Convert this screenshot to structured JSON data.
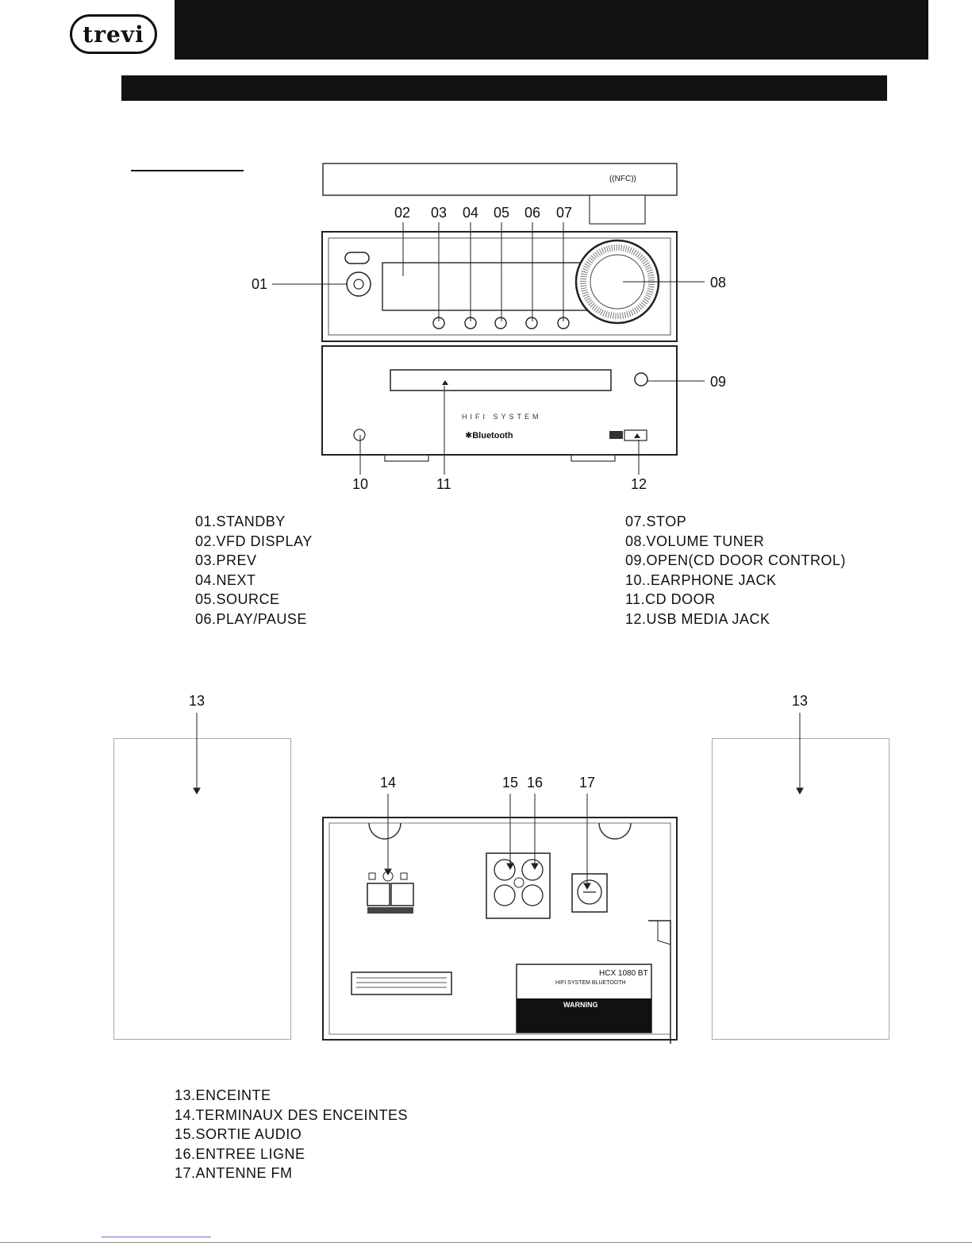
{
  "brand": {
    "logo_text": "trevi"
  },
  "device_labels": {
    "nfc": "((NFC))",
    "hifi": "HIFI SYSTEM",
    "bluetooth": "Bluetooth",
    "model": "HCX 1080 BT",
    "model_sub": "HIFI SYSTEM BLUETOOTH",
    "warning": "WARNING"
  },
  "front_callouts": [
    "01",
    "02",
    "03",
    "04",
    "05",
    "06",
    "07",
    "08",
    "09",
    "10",
    "11",
    "12"
  ],
  "front_legend_left": [
    "01.STANDBY",
    "02.VFD DISPLAY",
    "03.PREV",
    "04.NEXT",
    "05.SOURCE",
    "06.PLAY/PAUSE"
  ],
  "front_legend_right": [
    "07.STOP",
    "08.VOLUME TUNER",
    "09.OPEN(CD DOOR CONTROL)",
    "10..EARPHONE JACK",
    "11.CD DOOR",
    "12.USB MEDIA JACK"
  ],
  "rear_callouts": [
    "13",
    "13",
    "14",
    "15",
    "16",
    "17"
  ],
  "rear_legend": [
    "13.ENCEINTE",
    "14.TERMINAUX DES ENCEINTES",
    "15.SORTIE AUDIO",
    "16.ENTREE LIGNE",
    "17.ANTENNE FM"
  ]
}
